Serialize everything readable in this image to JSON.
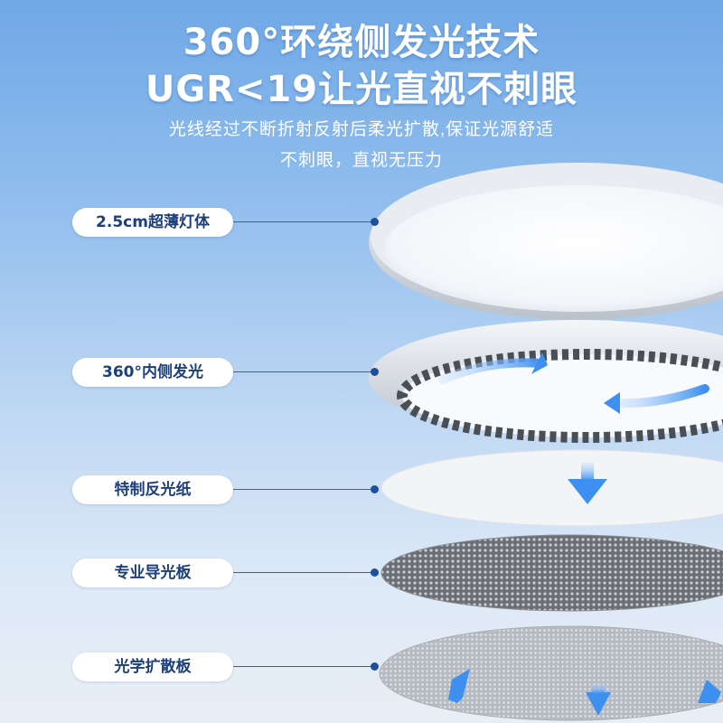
{
  "heading": {
    "line1": "360°环绕侧发光技术",
    "line2": "UGR<19让光直视不刺眼"
  },
  "subtitle": {
    "line1": "光线经过不断折射反射后柔光扩散,保证光源舒适",
    "line2": "不刺眼，直视无压力"
  },
  "layers": [
    {
      "label": "2.5cm超薄灯体"
    },
    {
      "label": "360°内侧发光"
    },
    {
      "label": "特制反光纸"
    },
    {
      "label": "专业导光板"
    },
    {
      "label": "光学扩散板"
    }
  ],
  "colors": {
    "label_text": "#1d3f7a",
    "connector": "#2b63b8",
    "arrow": "#3d8ff0"
  }
}
